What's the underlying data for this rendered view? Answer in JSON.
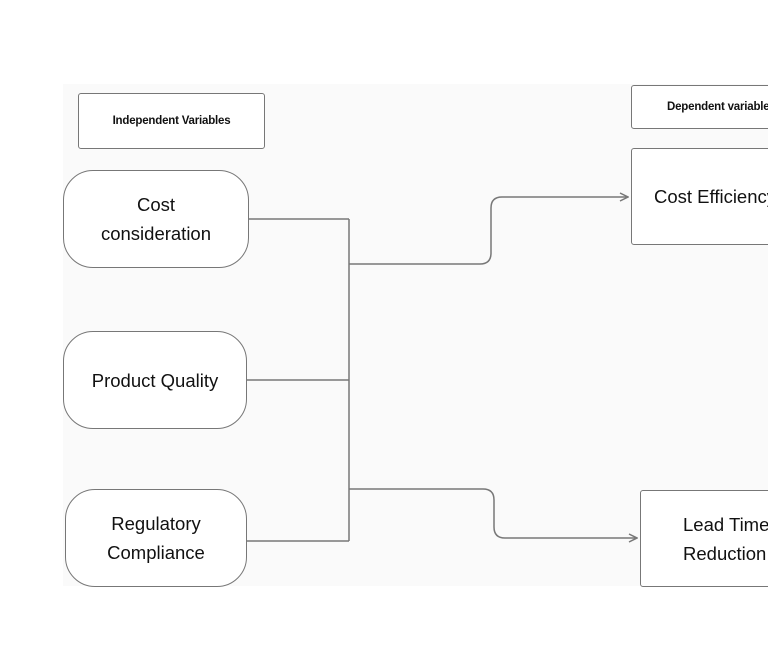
{
  "headers": {
    "independent": "Independent Variables",
    "dependent": "Dependent variables"
  },
  "independent_variables": [
    {
      "label": "Cost consideration"
    },
    {
      "label": "Product Quality"
    },
    {
      "label": "Regulatory Compliance"
    }
  ],
  "dependent_variables": [
    {
      "label": "Cost Efficiency"
    },
    {
      "label_line1": "Lead Time",
      "label_line2": "Reduction"
    }
  ],
  "colors": {
    "stroke": "#777777",
    "panel_background": "#fafafa",
    "text": "#111111"
  }
}
